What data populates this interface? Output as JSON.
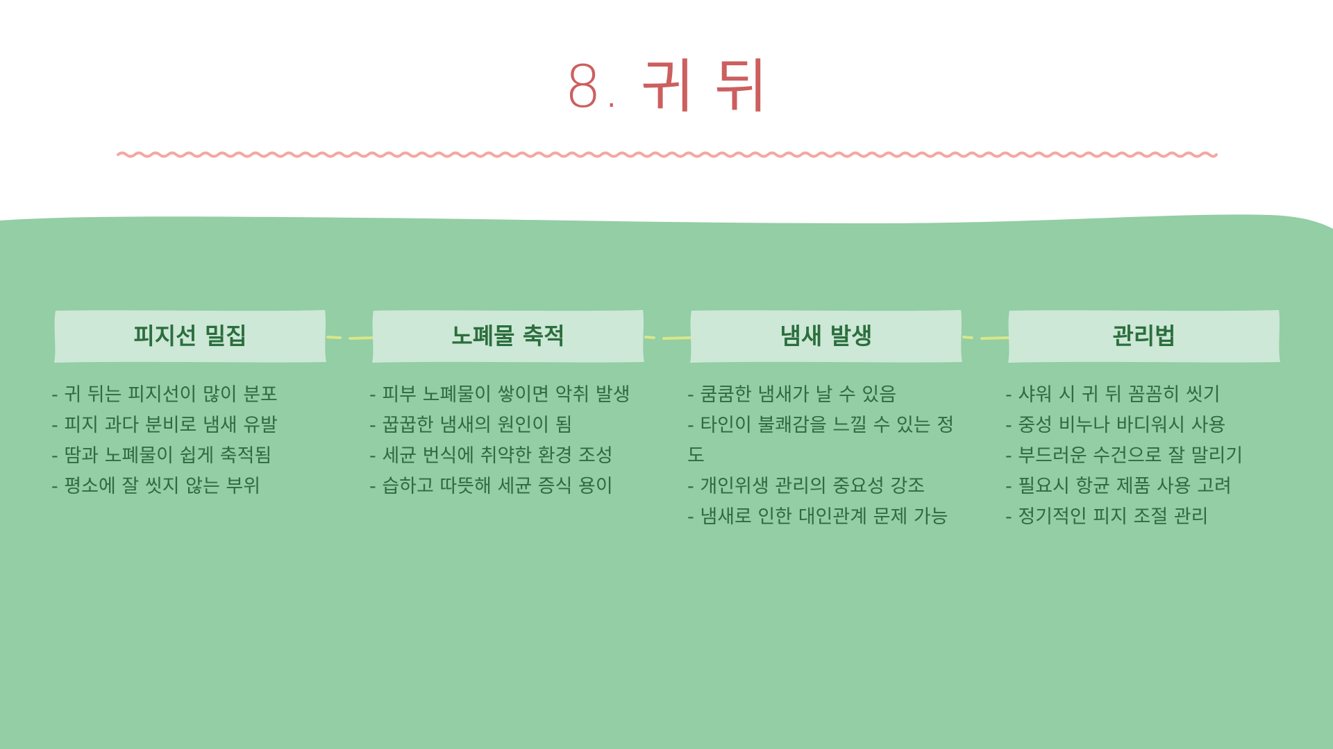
{
  "slide": {
    "title": "8. 귀 뒤"
  },
  "colors": {
    "title": "#cc5f5f",
    "wavy_line": "#f4a7a3",
    "background_green": "#93cea4",
    "card_header_fill": "#cde8d6",
    "text_green": "#2e6b3f",
    "connector": "#d8e68a"
  },
  "cards": [
    {
      "title": "피지선 밀집",
      "items": [
        "- 귀 뒤는 피지선이 많이 분포",
        "- 피지 과다 분비로 냄새 유발",
        "- 땀과 노폐물이 쉽게 축적됨",
        "- 평소에 잘 씻지 않는 부위"
      ]
    },
    {
      "title": "노폐물 축적",
      "items": [
        "- 피부 노폐물이 쌓이면 악취 발생",
        "- 꿉꿉한 냄새의 원인이 됨",
        "- 세균 번식에 취약한 환경 조성",
        "- 습하고 따뜻해 세균 증식 용이"
      ]
    },
    {
      "title": "냄새 발생",
      "items": [
        "- 쿰쿰한 냄새가 날 수 있음",
        "- 타인이 불쾌감을 느낄 수 있는 정도",
        "- 개인위생 관리의 중요성 강조",
        "- 냄새로 인한 대인관계 문제 가능"
      ]
    },
    {
      "title": "관리법",
      "items": [
        "- 샤워 시 귀 뒤 꼼꼼히 씻기",
        "- 중성 비누나 바디워시 사용",
        "- 부드러운 수건으로 잘 말리기",
        "- 필요시 항균 제품 사용 고려",
        "- 정기적인 피지 조절 관리"
      ]
    }
  ]
}
